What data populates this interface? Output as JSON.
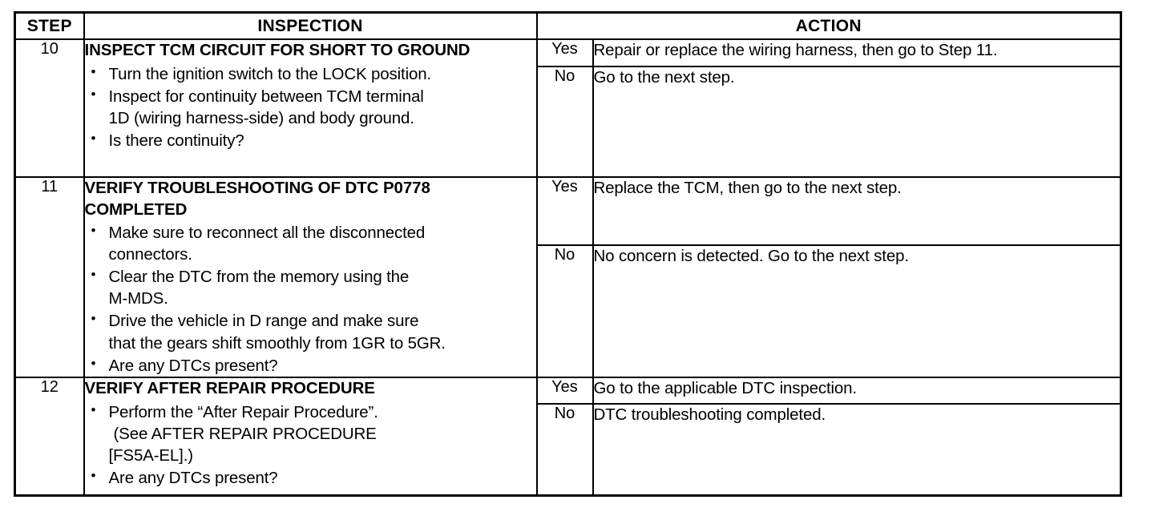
{
  "table": {
    "headers": {
      "step": "STEP",
      "inspection": "INSPECTION",
      "action": "ACTION"
    },
    "answer_labels": {
      "yes": "Yes",
      "no": "No"
    },
    "rows": [
      {
        "step": "10",
        "inspection_title": "INSPECT TCM CIRCUIT FOR SHORT TO GROUND",
        "bullets": [
          {
            "line1": "Turn the ignition switch to the LOCK position."
          },
          {
            "line1": "Inspect for continuity between TCM terminal",
            "line2": "1D (wiring harness-side) and body ground."
          },
          {
            "line1": "Is there continuity?"
          }
        ],
        "yes_action": "Repair or replace the wiring harness, then go to Step 11.",
        "no_action": "Go to the next step."
      },
      {
        "step": "11",
        "inspection_title": "VERIFY TROUBLESHOOTING OF DTC P0778 COMPLETED",
        "bullets": [
          {
            "line1": "Make sure to reconnect all the disconnected",
            "line2": "connectors."
          },
          {
            "line1": "Clear the DTC from the memory using the",
            "line2": "M-MDS."
          },
          {
            "line1": "Drive the vehicle in D range and make sure",
            "line2": "that the gears shift smoothly from 1GR to 5GR."
          },
          {
            "line1": "Are any DTCs present?"
          }
        ],
        "yes_action": "Replace the TCM, then go to the next step.",
        "no_action": "No concern is detected. Go to the next step."
      },
      {
        "step": "12",
        "inspection_title": "VERIFY AFTER REPAIR PROCEDURE",
        "bullets": [
          {
            "line1": "Perform the “After Repair Procedure”.",
            "line2": "(See AFTER REPAIR PROCEDURE",
            "line3": "[FS5A-EL].)"
          },
          {
            "line1": "Are any DTCs present?"
          }
        ],
        "yes_action": "Go to the applicable DTC inspection.",
        "no_action": "DTC troubleshooting completed."
      }
    ]
  },
  "glyphs": {
    "bullet": "•"
  }
}
